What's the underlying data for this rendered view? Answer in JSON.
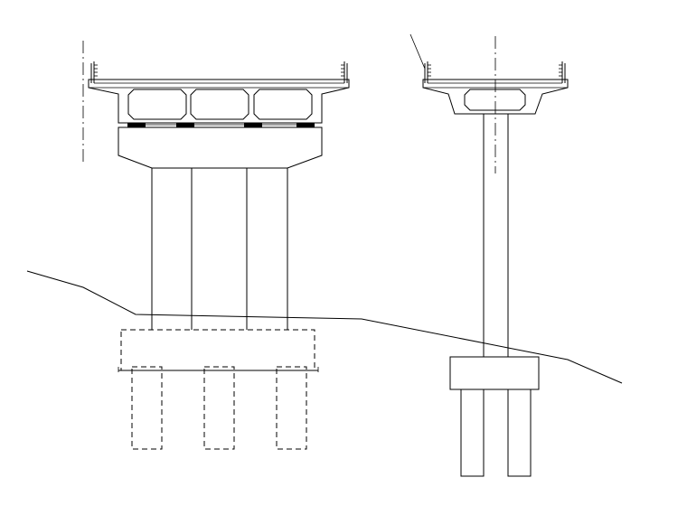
{
  "drawing": {
    "title": "",
    "colors": {
      "line": "#000000",
      "background": "#ffffff"
    },
    "views": [
      {
        "name": "wide-pier-elevation",
        "box_girders": 3,
        "columns": 3,
        "pile_cap_shown_dashed": true,
        "piles": 3
      },
      {
        "name": "single-column-pier-elevation",
        "box_girders": 1,
        "columns": 1,
        "pile_cap_shown_dashed": false,
        "piles": 2
      }
    ]
  }
}
